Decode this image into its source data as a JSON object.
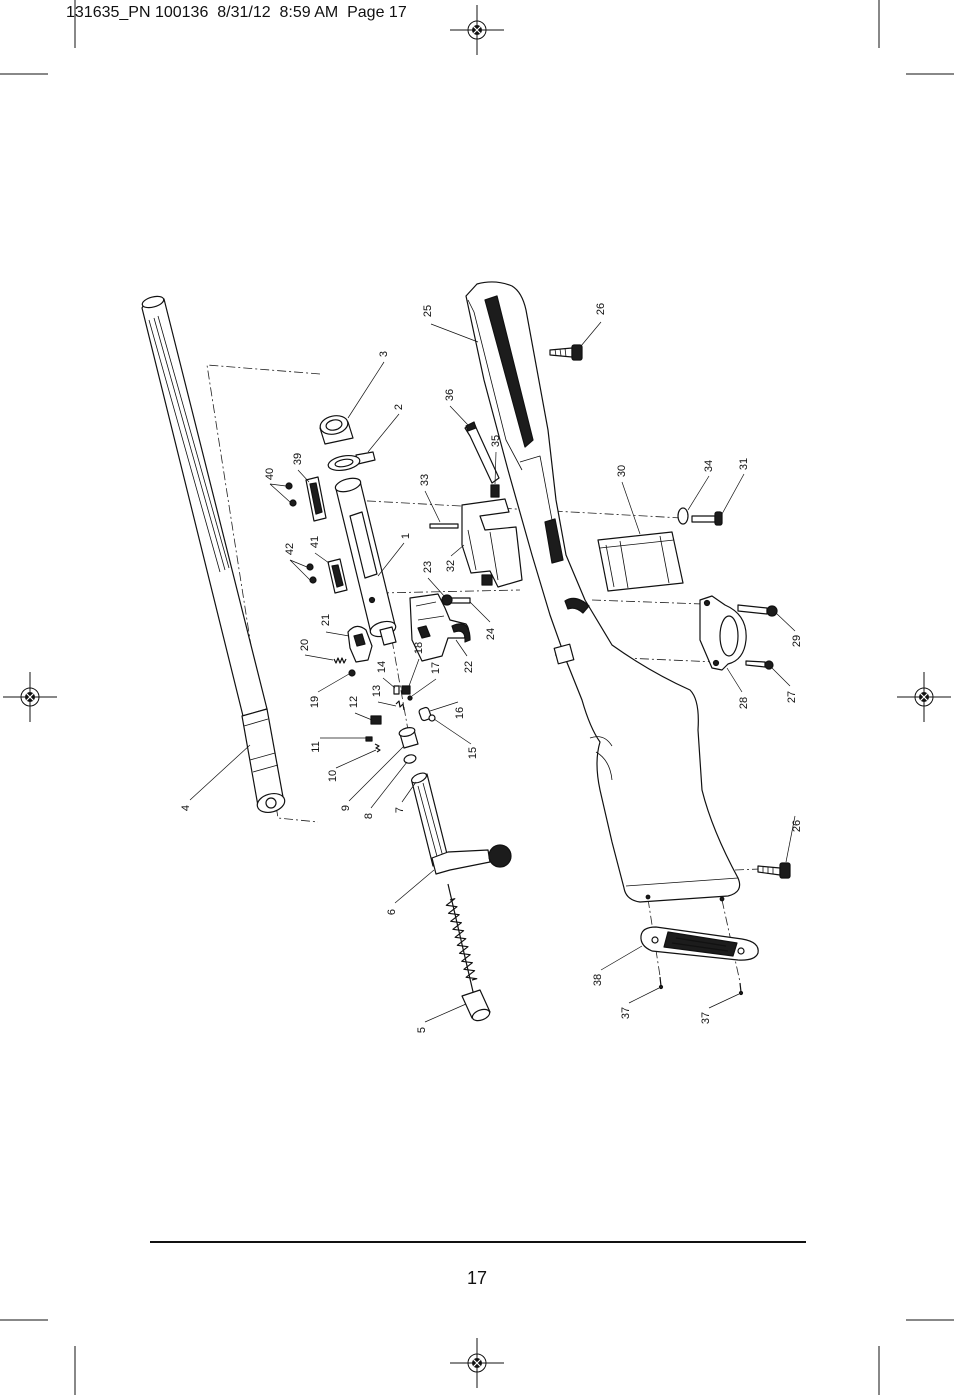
{
  "print_slug": "131635_PN 100136  8/31/12  8:59 AM  Page 17",
  "exploded_diagram": {
    "part_labels": [
      "25",
      "26",
      "3",
      "2",
      "36",
      "39",
      "40",
      "35",
      "33",
      "30",
      "34",
      "31",
      "1",
      "42",
      "41",
      "32",
      "23",
      "21",
      "20",
      "24",
      "22",
      "18",
      "14",
      "17",
      "13",
      "19",
      "12",
      "16",
      "11",
      "10",
      "15",
      "9",
      "8",
      "7",
      "4",
      "6",
      "5",
      "29",
      "28",
      "27",
      "26",
      "38",
      "37",
      "37"
    ]
  },
  "footer": {
    "page_number": "17"
  }
}
